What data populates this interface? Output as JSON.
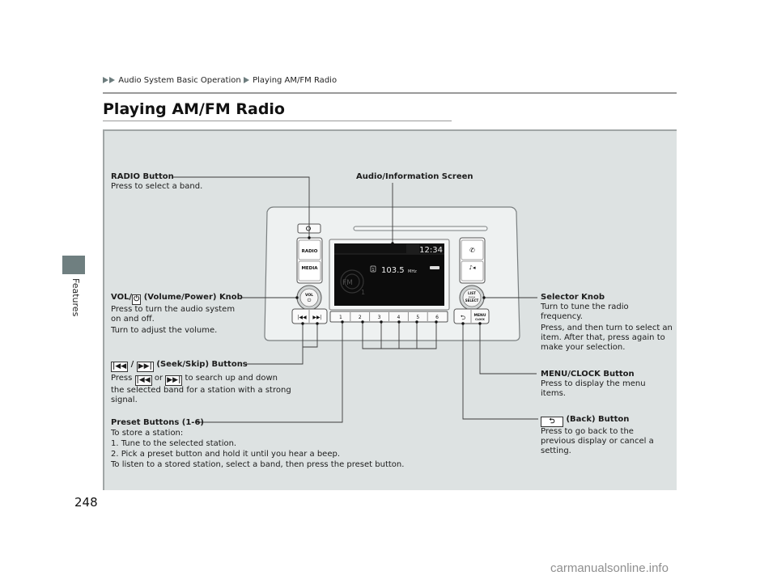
{
  "breadcrumb": {
    "items": [
      "Audio System Basic Operation",
      "Playing AM/FM Radio"
    ],
    "arrow_icon": "double-triangle-right-icon"
  },
  "page": {
    "title": "Playing AM/FM Radio",
    "number": "248",
    "section_tab": "Features",
    "watermark": "carmanualsonline.info"
  },
  "colors": {
    "panel_bg": "#dde2e2",
    "tab": "#6f7f80",
    "screen_bg": "#0a0a0a",
    "rule": "#9a9a9a"
  },
  "device": {
    "screen": {
      "clock": "12:34",
      "preset_indicator": "1",
      "frequency": "103.5",
      "unit": "MHz",
      "band": "FM",
      "band_number": "1",
      "signal_badge": "ST"
    },
    "left_buttons": {
      "brightness": "brightness-icon",
      "radio": "RADIO",
      "media": "MEDIA"
    },
    "right_buttons": {
      "phone": "phone-icon",
      "music": "music-speaker-icon"
    },
    "vol_knob": {
      "label": "VOL",
      "icon": "power-icon"
    },
    "selector_knob": {
      "line1": "LIST",
      "line2": "PUSH",
      "line3": "SELECT"
    },
    "seek_buttons": [
      "seek-back-icon",
      "seek-forward-icon"
    ],
    "presets": [
      "1",
      "2",
      "3",
      "4",
      "5",
      "6"
    ],
    "back_button": "back-arrow-icon",
    "menu_button": {
      "line1": "MENU",
      "line2": "CLOCK"
    }
  },
  "callouts": {
    "radio_button": {
      "title": "RADIO Button",
      "lines": [
        "Press to select a band."
      ]
    },
    "audio_screen": {
      "title": "Audio/Information Screen"
    },
    "vol_knob": {
      "title_prefix": "VOL/",
      "title_suffix": " (Volume/Power) Knob",
      "lines": [
        "Press to turn the audio system",
        "on and off.",
        "Turn to adjust the volume."
      ]
    },
    "seek_buttons": {
      "title_sep": " / ",
      "title_suffix": " (Seek/Skip) Buttons",
      "line1_prefix": "Press ",
      "line1_mid": " or ",
      "line1_suffix": " to search up and down",
      "lines": [
        "the selected band for a station with a strong",
        "signal."
      ]
    },
    "preset_buttons": {
      "title": "Preset Buttons (1-6)",
      "lines": [
        "To store a station:",
        "1.  Tune to the selected station.",
        "2.  Pick a preset button and hold it until you hear a beep.",
        "To listen to a stored station, select a band, then press the preset button."
      ]
    },
    "selector_knob": {
      "title": "Selector Knob",
      "lines": [
        "Turn to tune the radio",
        "frequency.",
        "Press, and then turn to select an",
        "item. After that, press again to",
        "make your selection."
      ]
    },
    "menu_clock": {
      "title": "MENU/CLOCK Button",
      "lines": [
        "Press to display the menu",
        "items."
      ]
    },
    "back_button": {
      "title_suffix": " (Back) Button",
      "lines": [
        "Press to go back to the",
        "previous display or cancel a",
        "setting."
      ]
    }
  }
}
